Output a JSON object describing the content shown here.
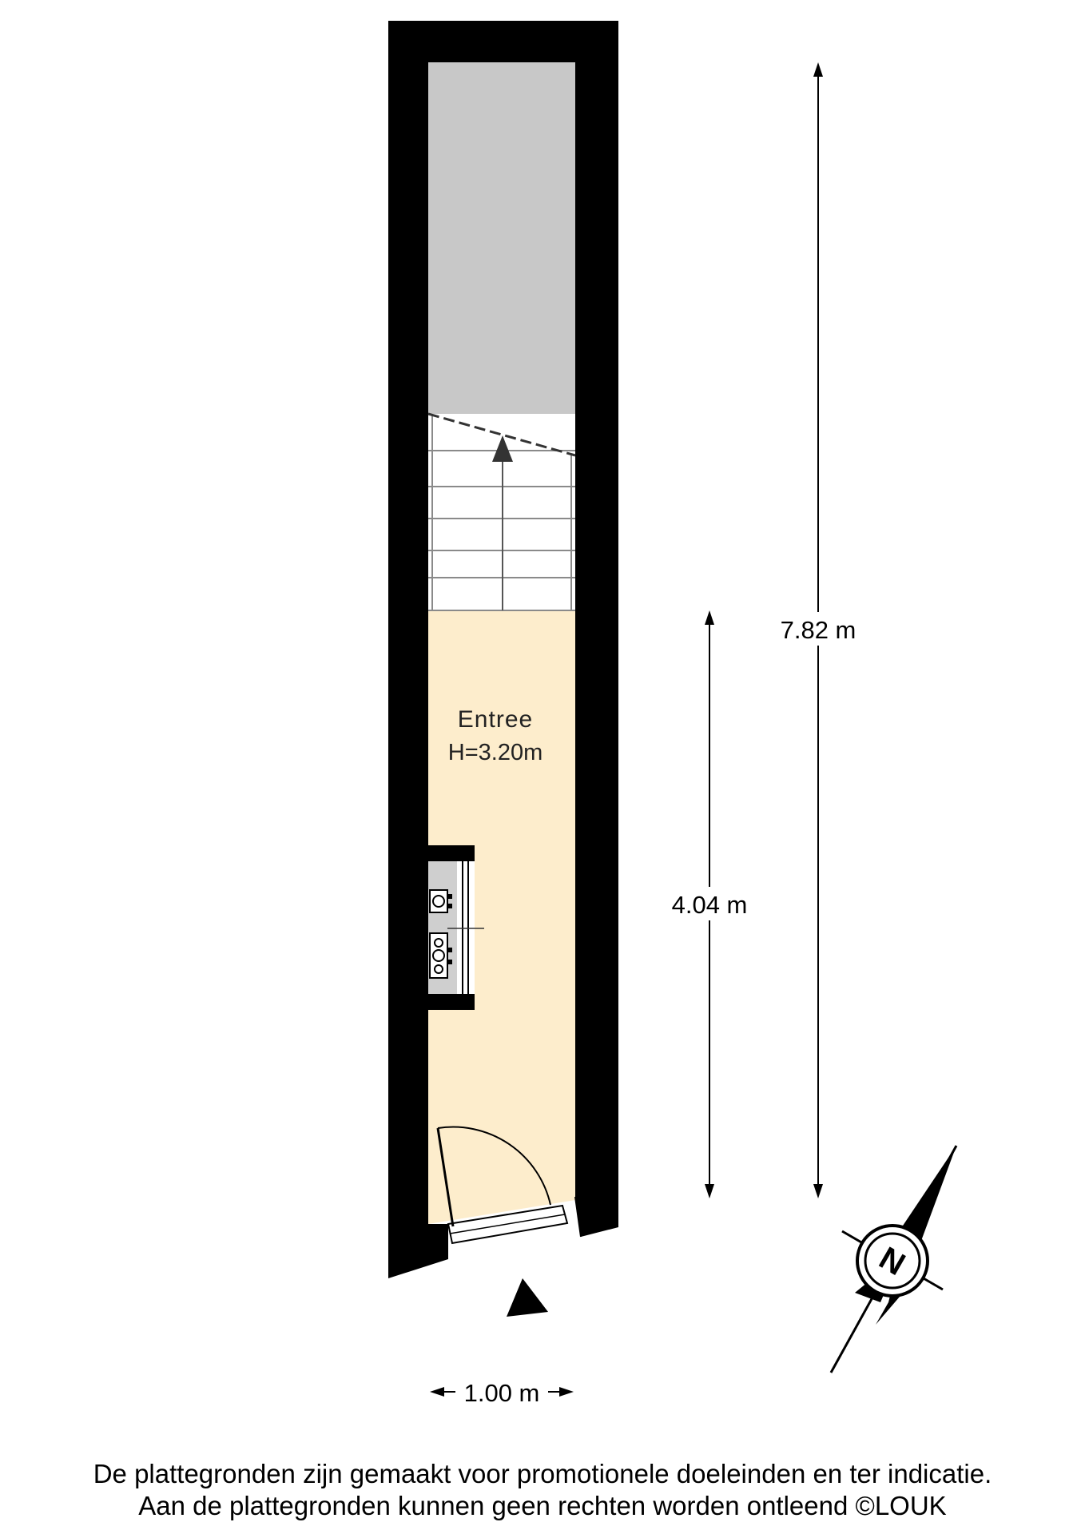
{
  "room": {
    "name": "Entree",
    "height": "H=3.20m"
  },
  "dimensions": {
    "total_length": "7.82 m",
    "room_length": "4.04 m",
    "width": "1.00 m"
  },
  "compass": {
    "letter": "N"
  },
  "disclaimer": {
    "line1": "De plattegronden zijn gemaakt voor promotionele doeleinden en ter indicatie.",
    "line2": "Aan de plattegronden kunnen geen rechten worden ontleend ©LOUK"
  },
  "colors": {
    "wall": "#000000",
    "unknown_area": "#c8c8c8",
    "room_fill": "#fdedcc",
    "stairs": "#ffffff",
    "line": "#555555"
  }
}
